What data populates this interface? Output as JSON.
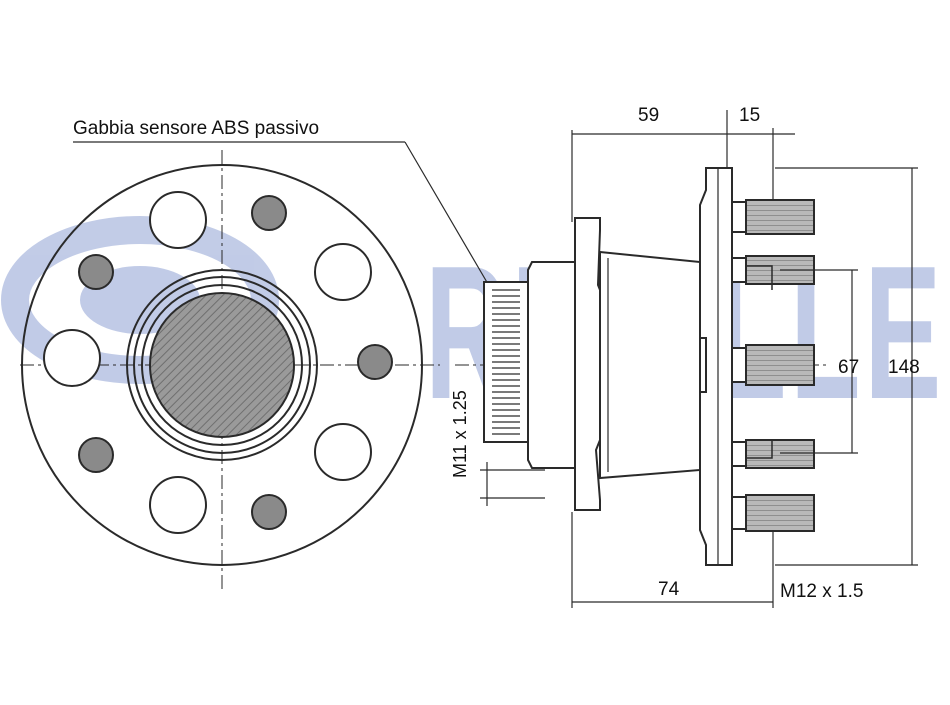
{
  "watermark": {
    "text": "RUVILLE",
    "color": "#b7c3e3"
  },
  "labels": {
    "abs_sensor": "Gabbia sensore ABS passivo",
    "dim_59": "59",
    "dim_15": "15",
    "dim_74": "74",
    "dim_67": "67",
    "dim_148": "148",
    "thread_m12": "M12 x 1.5",
    "thread_m11": "M11 x 1.25"
  },
  "colors": {
    "line": "#2a2a2a",
    "bolt_fill": "#8a8a8a",
    "hub_fill": "#8c8c8c"
  }
}
